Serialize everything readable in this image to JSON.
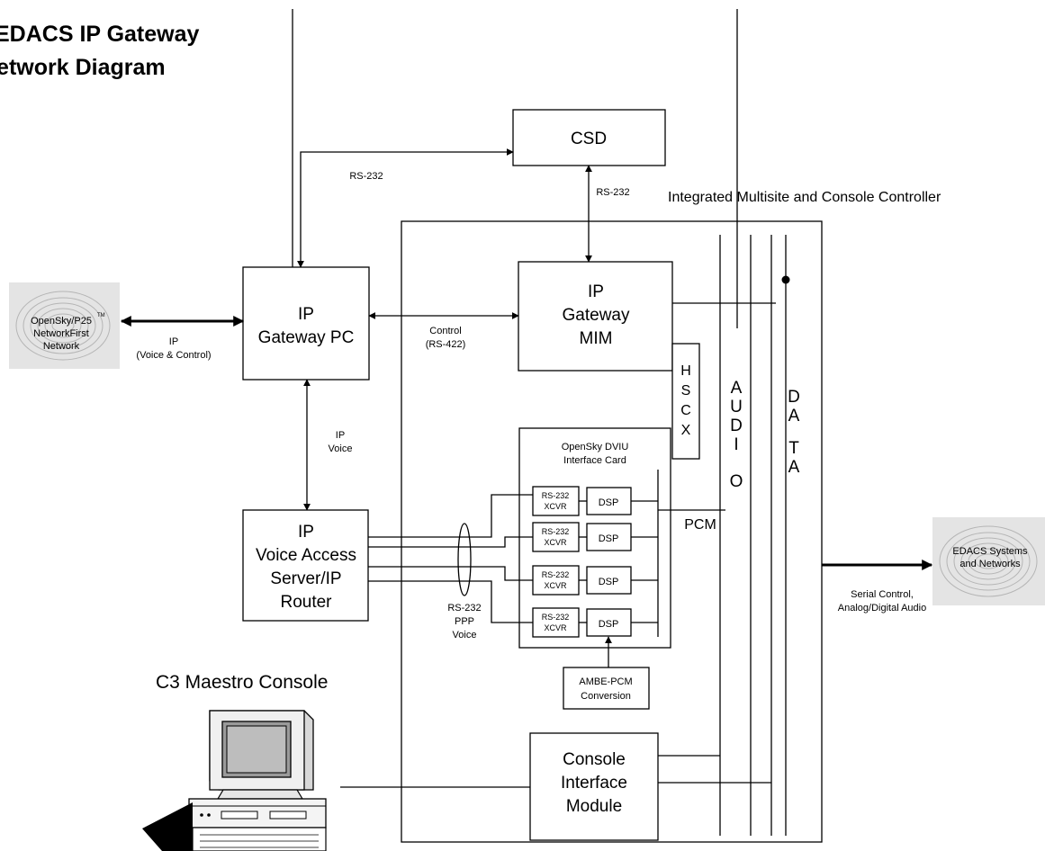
{
  "title": {
    "line1": "EDACS IP Gateway",
    "line2": "Network Diagram"
  },
  "boxes": {
    "csd": "CSD",
    "gateway_pc": [
      "IP",
      "Gateway PC"
    ],
    "gateway_mim": [
      "IP",
      "Gateway",
      "MIM"
    ],
    "voice_access": [
      "IP",
      "Voice Access",
      "Server/IP",
      "Router"
    ],
    "hscx": [
      "H",
      "S",
      "C",
      "X"
    ],
    "dviu": [
      "OpenSky DVIU",
      "Interface Card"
    ],
    "xcvr": [
      "RS-232",
      "XCVR"
    ],
    "dsp": "DSP",
    "ambe": [
      "AMBE-PCM",
      "Conversion"
    ],
    "cim": [
      "Console",
      "Interface",
      "Module"
    ]
  },
  "bus_labels": {
    "audio": [
      "A",
      "U",
      "D",
      "I",
      "O"
    ],
    "data": [
      "D",
      "A",
      "T",
      "A"
    ]
  },
  "labels": {
    "rs232_top": "RS-232",
    "rs232_csd": "RS-232",
    "controller": "Integrated Multisite and Console Controller",
    "control": [
      "Control",
      "(RS-422)"
    ],
    "ip_voice_control": [
      "IP",
      "(Voice & Control)"
    ],
    "ip_voice": [
      "IP",
      "Voice"
    ],
    "pcm": "PCM",
    "rs232_ppp": [
      "RS-232",
      "PPP",
      "Voice"
    ],
    "maestro": "C3 Maestro Console",
    "serial": [
      "Serial Control,",
      "Analog/Digital Audio"
    ]
  },
  "clouds": {
    "opensky": [
      "OpenSky/P25",
      "NetworkFirst",
      "Network"
    ],
    "opensky_tm": "TM",
    "edacs": [
      "EDACS Systems",
      "and Networks"
    ]
  },
  "colors": {
    "cloud_fill": "#e4e4e4",
    "cloud_hatch": "#b5b5b5"
  }
}
